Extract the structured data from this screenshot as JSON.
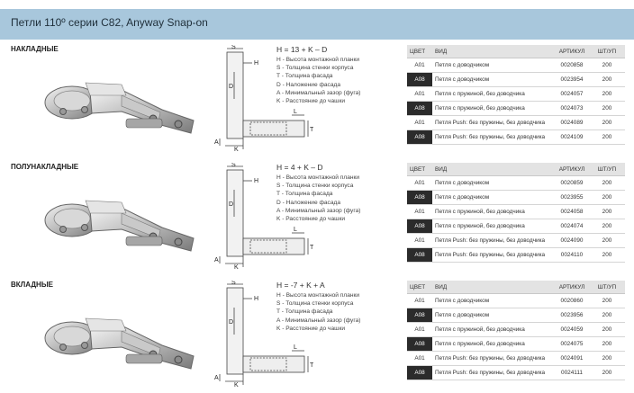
{
  "header": {
    "title": "Петли 110º серии C82, Anyway Snap-on"
  },
  "table_headers": {
    "color": "ЦВЕТ",
    "type": "ВИД",
    "article": "АРТИКУЛ",
    "qty": "ШТ/УП"
  },
  "drawing_labels": {
    "S": "S",
    "H": "H",
    "D": "D",
    "L": "L",
    "T": "T",
    "A": "A",
    "K": "K"
  },
  "colors": {
    "header_bg": "#a8c7dc",
    "dark_cell": "#2b2b2b"
  },
  "sections": [
    {
      "title": "НАКЛАДНЫЕ",
      "formula": "H = 13 + K – D",
      "legend": [
        "H - Высота монтажной планки",
        "S - Толщина стенки корпуса",
        "T - Толщина фасада",
        "D - Наложение фасада",
        "A - Минимальный зазор (фуга)",
        "K - Расстояние до чашки"
      ],
      "rows": [
        {
          "color": "A01",
          "type": "Петля с доводчиком",
          "article": "0020858",
          "qty": "200"
        },
        {
          "color": "A08",
          "type": "Петля с доводчиком",
          "article": "0023954",
          "qty": "200"
        },
        {
          "color": "A01",
          "type": "Петля с пружиной, без доводчика",
          "article": "0024057",
          "qty": "200"
        },
        {
          "color": "A08",
          "type": "Петля с пружиной, без доводчика",
          "article": "0024073",
          "qty": "200"
        },
        {
          "color": "A01",
          "type": "Петля Push: без пружины, без доводчика",
          "article": "0024089",
          "qty": "200"
        },
        {
          "color": "A08",
          "type": "Петля Push: без пружины, без доводчика",
          "article": "0024109",
          "qty": "200"
        }
      ]
    },
    {
      "title": "ПОЛУНАКЛАДНЫЕ",
      "formula": "H = 4 + K – D",
      "legend": [
        "H - Высота монтажной планки",
        "S - Толщина стенки корпуса",
        "T - Толщина фасада",
        "D - Наложение фасада",
        "A - Минимальный зазор (фуга)",
        "K - Расстояние до чашки"
      ],
      "rows": [
        {
          "color": "A01",
          "type": "Петля с доводчиком",
          "article": "0020859",
          "qty": "200"
        },
        {
          "color": "A08",
          "type": "Петля с доводчиком",
          "article": "0023955",
          "qty": "200"
        },
        {
          "color": "A01",
          "type": "Петля с пружиной, без доводчика",
          "article": "0024058",
          "qty": "200"
        },
        {
          "color": "A08",
          "type": "Петля с пружиной, без доводчика",
          "article": "0024074",
          "qty": "200"
        },
        {
          "color": "A01",
          "type": "Петля Push: без пружины, без доводчика",
          "article": "0024090",
          "qty": "200"
        },
        {
          "color": "A08",
          "type": "Петля Push: без пружины, без доводчика",
          "article": "0024110",
          "qty": "200"
        }
      ]
    },
    {
      "title": "ВКЛАДНЫЕ",
      "formula": "H = -7 + K + A",
      "legend": [
        "H - Высота монтажной планки",
        "S - Толщина стенки корпуса",
        "T - Толщина фасада",
        "A - Минимальный зазор (фуга)",
        "K - Расстояние до чашки"
      ],
      "rows": [
        {
          "color": "A01",
          "type": "Петля с доводчиком",
          "article": "0020860",
          "qty": "200"
        },
        {
          "color": "A08",
          "type": "Петля с доводчиком",
          "article": "0023956",
          "qty": "200"
        },
        {
          "color": "A01",
          "type": "Петля с пружиной, без доводчика",
          "article": "0024059",
          "qty": "200"
        },
        {
          "color": "A08",
          "type": "Петля с пружиной, без доводчика",
          "article": "0024075",
          "qty": "200"
        },
        {
          "color": "A01",
          "type": "Петля Push: без пружины, без доводчика",
          "article": "0024091",
          "qty": "200"
        },
        {
          "color": "A08",
          "type": "Петля Push: без пружины, без доводчика",
          "article": "0024111",
          "qty": "200"
        }
      ]
    }
  ]
}
